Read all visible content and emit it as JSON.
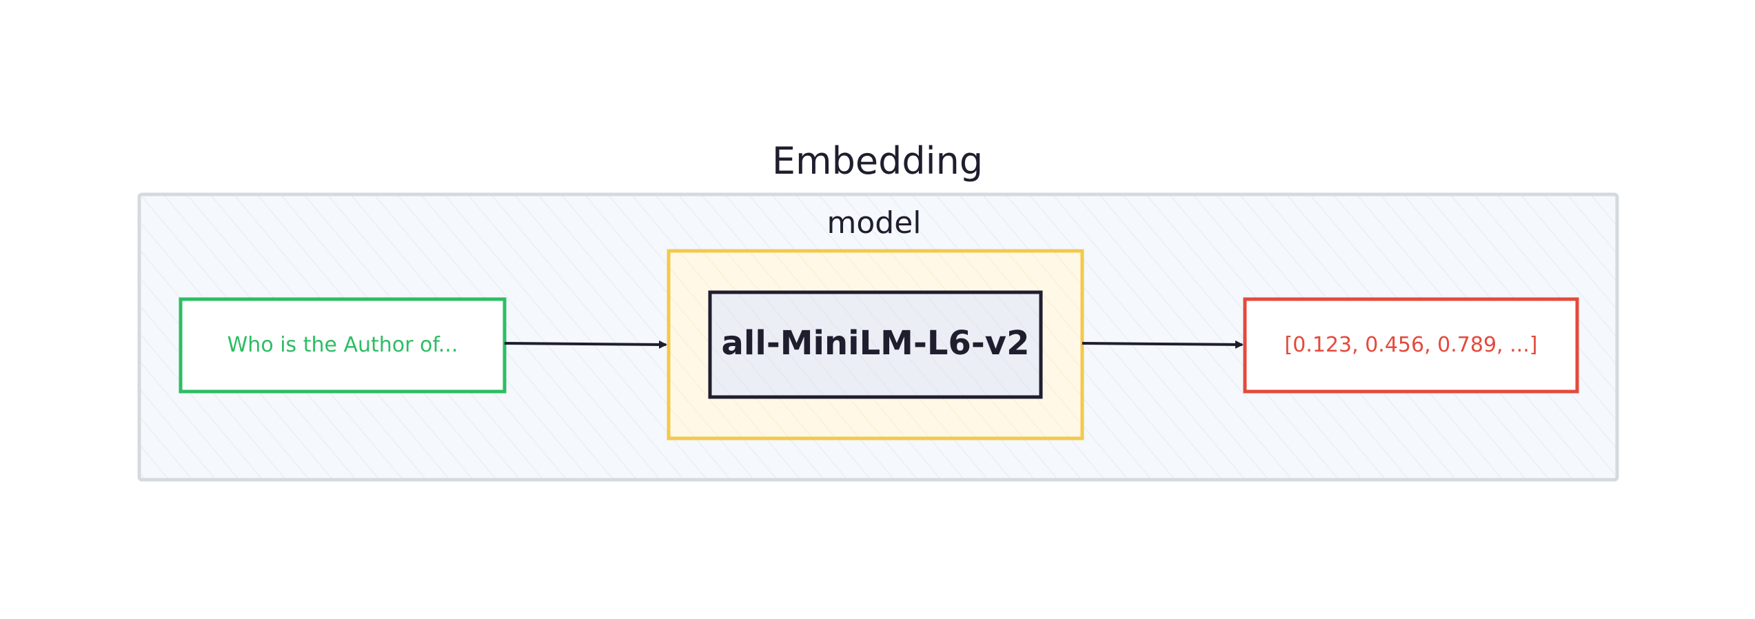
{
  "diagram": {
    "title": "Embedding",
    "model_group_label": "model",
    "input_label": "Who is the Author of...",
    "model_name": "all-MiniLM-L6-v2",
    "output_label": "[0.123, 0.456, 0.789, ...]"
  },
  "colors": {
    "container_fill": "#f5f8fc",
    "container_stroke": "#d5dade",
    "container_hatch": "#dfe6ee",
    "model_group_fill": "#fff8e6",
    "model_group_stroke": "#f2c94c",
    "model_box_fill": "#eceef5",
    "model_box_stroke": "#1e1e2e",
    "input_stroke": "#2dbd63",
    "input_text": "#2dbd63",
    "output_stroke": "#e34a3c",
    "output_text": "#e34a3c",
    "arrow": "#1e1e2e",
    "title_text": "#1e1e2e"
  },
  "icons": {
    "arrow_input_to_model": "arrow-right-icon",
    "arrow_model_to_output": "arrow-right-icon"
  }
}
